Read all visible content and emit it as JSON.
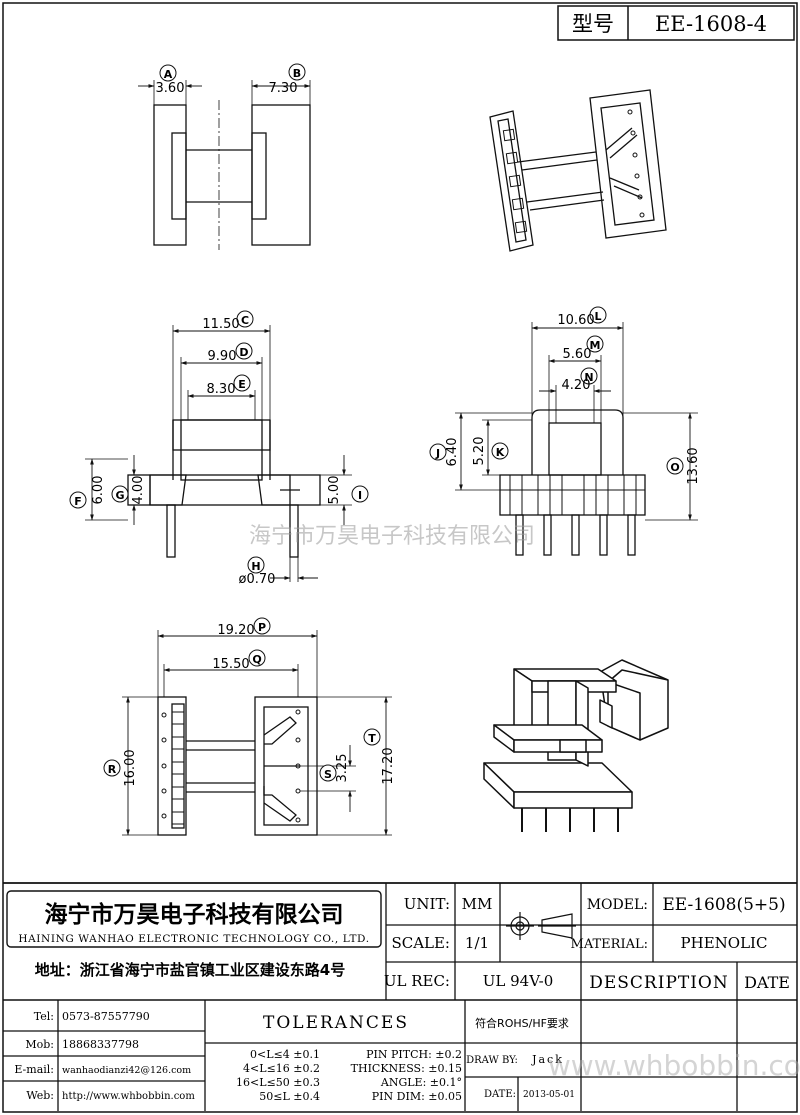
{
  "model_box": {
    "label": "型号",
    "value": "EE-1608-4"
  },
  "dimensions": {
    "A": {
      "letter": "A",
      "value": "3.60"
    },
    "B": {
      "letter": "B",
      "value": "7.30"
    },
    "C": {
      "letter": "C",
      "value": "11.50"
    },
    "D": {
      "letter": "D",
      "value": "9.90"
    },
    "E": {
      "letter": "E",
      "value": "8.30"
    },
    "F": {
      "letter": "F",
      "value": "6.00"
    },
    "G": {
      "letter": "G",
      "value": "4.00"
    },
    "H": {
      "letter": "H",
      "value": "ø0.70"
    },
    "I": {
      "letter": "I",
      "value": "5.00"
    },
    "J": {
      "letter": "J",
      "value": "6.40"
    },
    "K": {
      "letter": "K",
      "value": "5.20"
    },
    "L": {
      "letter": "L",
      "value": "10.60"
    },
    "M": {
      "letter": "M",
      "value": "5.60"
    },
    "N": {
      "letter": "N",
      "value": "4.20"
    },
    "O": {
      "letter": "O",
      "value": "13.60"
    },
    "P": {
      "letter": "P",
      "value": "19.20"
    },
    "Q": {
      "letter": "Q",
      "value": "15.50"
    },
    "R": {
      "letter": "R",
      "value": "16.00"
    },
    "S": {
      "letter": "S",
      "value": "3.25"
    },
    "T": {
      "letter": "T",
      "value": "17.20"
    }
  },
  "watermark": "海宁市万昊电子科技有限公司",
  "company": {
    "name_cn": "海宁市万昊电子科技有限公司",
    "name_en": "HAINING WANHAO ELECTRONIC TECHNOLOGY CO., LTD.",
    "address": "地址：浙江省海宁市盐官镇工业区建设东路4号"
  },
  "title_block": {
    "unit_label": "UNIT:",
    "unit_value": "MM",
    "scale_label": "SCALE:",
    "scale_value": "1/1",
    "ulrec_label": "UL REC:",
    "ulrec_value": "UL 94V-0",
    "model_label": "MODEL:",
    "model_value": "EE-1608(5+5)",
    "material_label": "MATERIAL:",
    "material_value": "PHENOLIC",
    "description_label": "DESCRIPTION",
    "date_label": "DATE",
    "rohs": "符合ROHS/HF要求",
    "drawby_label": "DRAW BY:",
    "drawby_value": "Jack",
    "date2_label": "DATE:",
    "date2_value": "2013-05-01"
  },
  "contacts": {
    "tel_label": "Tel:",
    "tel_value": "0573-87557790",
    "mob_label": "Mob:",
    "mob_value": "18868337798",
    "email_label": "E-mail:",
    "email_value": "wanhaodianzi42@126.com",
    "web_label": "Web:",
    "web_value": "http://www.whbobbin.com"
  },
  "tolerances": {
    "title": "TOLERANCES",
    "ranges": [
      "0<L≤4 ±0.1",
      "4<L≤16 ±0.2",
      "16<L≤50 ±0.3",
      "50≤L ±0.4"
    ],
    "specs": [
      "PIN PITCH: ±0.2",
      "THICKNESS: ±0.15",
      "ANGLE: ±0.1°",
      "PIN DIM: ±0.05"
    ]
  },
  "site_watermark": "www.whbobbin.com"
}
